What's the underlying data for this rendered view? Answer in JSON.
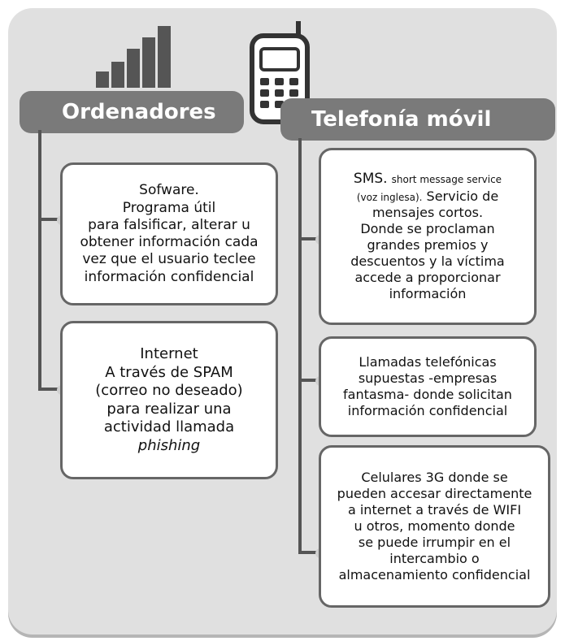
{
  "colors": {
    "panel": "#e0e0e0",
    "header": "#7a7a7a",
    "box_border": "#666666",
    "connector": "#555555"
  },
  "left": {
    "header": "Ordenadores",
    "icon": "signal-bars-icon",
    "boxes": [
      {
        "lines": [
          "Sofware.",
          "Programa útil",
          "para falsificar, alterar u",
          "obtener información cada",
          "vez que el usuario teclee",
          "información confidencial"
        ]
      },
      {
        "lines": [
          "Internet",
          "A través de SPAM",
          "(correo no deseado)",
          "para realizar una",
          "actividad llamada"
        ],
        "italic": "phishing"
      }
    ]
  },
  "right": {
    "header": "Telefonía móvil",
    "icon": "mobile-phone-icon",
    "boxes": [
      {
        "sms_lead": "SMS.",
        "sms_small": "short message service",
        "sms_small2": "(voz inglesa).",
        "lines": [
          "Servicio de",
          "mensajes cortos.",
          "Donde se proclaman",
          "grandes premios y",
          "descuentos y la víctima",
          "accede a proporcionar",
          "información"
        ]
      },
      {
        "lines": [
          "Llamadas telefónicas",
          "supuestas -empresas",
          "fantasma- donde solicitan",
          "información confidencial"
        ]
      },
      {
        "lines": [
          "Celulares 3G donde se",
          "pueden accesar directamente",
          "a internet a través de WIFI",
          "u otros, momento donde",
          "se puede irrumpir en el",
          "intercambio o",
          "almacenamiento confidencial"
        ]
      }
    ]
  }
}
